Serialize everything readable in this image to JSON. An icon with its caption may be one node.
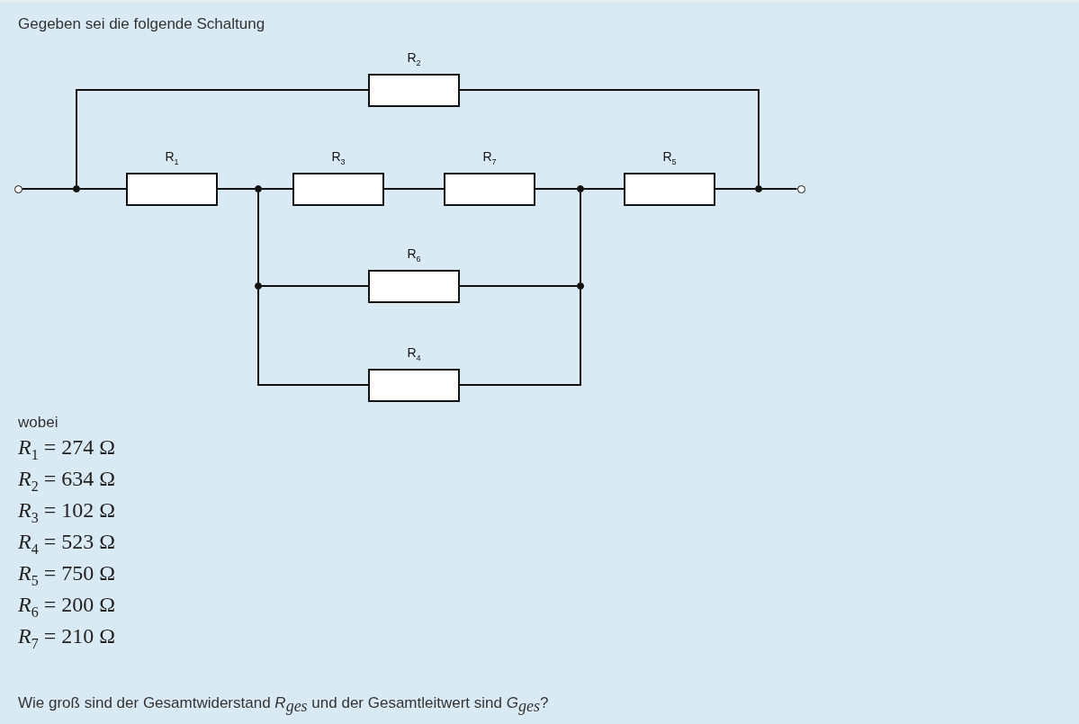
{
  "diagram": {
    "title": "Gegeben sei die folgende Schaltung",
    "nodes": [
      {
        "text": [
          "R$_{2}$"
        ]
      },
      {
        "text": [],
        "shape": "circle"
      },
      {
        "text": [],
        "shape": "dot"
      },
      {
        "text": [
          "R$_{1}$"
        ]
      },
      {
        "text": [],
        "shape": "dot"
      },
      {
        "text": [
          "R$_{3}$"
        ]
      },
      {
        "text": [
          "R$_{7}$"
        ]
      },
      {
        "text": [],
        "shape": "dot"
      },
      {
        "text": [
          "R$_{5}$"
        ]
      },
      {
        "text": [],
        "shape": "dot"
      },
      {
        "text": [],
        "shape": "circle"
      },
      {
        "text": [],
        "shape": "dot"
      },
      {
        "text": [
          "R$_{6}$"
        ]
      },
      {
        "text": [],
        "shape": "dot"
      },
      {
        "text": [
          "R$_{4}$"
        ]
      }
    ],
    "edges": [
      {
        "from": 1,
        "to": 2,
        "arrow": "none"
      },
      {
        "from": 2,
        "to": 0,
        "arrow": "none"
      },
      {
        "from": 0,
        "to": 9,
        "arrow": "none"
      },
      {
        "from": 2,
        "to": 3,
        "arrow": "none"
      },
      {
        "from": 3,
        "to": 4,
        "arrow": "none"
      },
      {
        "from": 4,
        "to": 5,
        "arrow": "none"
      },
      {
        "from": 5,
        "to": 6,
        "arrow": "none"
      },
      {
        "from": 6,
        "to": 7,
        "arrow": "none"
      },
      {
        "from": 7,
        "to": 8,
        "arrow": "none"
      },
      {
        "from": 8,
        "to": 9,
        "arrow": "none"
      },
      {
        "from": 9,
        "to": 10,
        "arrow": "none"
      },
      {
        "from": 4,
        "to": 11,
        "arrow": "none"
      },
      {
        "from": 11,
        "to": 12,
        "arrow": "none"
      },
      {
        "from": 12,
        "to": 13,
        "arrow": "none"
      },
      {
        "from": 7,
        "to": 13,
        "arrow": "none"
      },
      {
        "from": 11,
        "to": 14,
        "arrow": "none"
      },
      {
        "from": 14,
        "to": 13,
        "arrow": "none"
      }
    ],
    "labels": [
      "wobei",
      "*R*$_{1}$ = 274 Ω",
      "*R*$_{2}$ = 634 Ω",
      "*R*$_{3}$ = 102 Ω",
      "*R*$_{4}$ = 523 Ω",
      "*R*$_{5}$ = 750 Ω",
      "*R*$_{6}$ = 200 Ω",
      "*R*$_{7}$ = 210 Ω",
      "Wie groß sind der Gesamtwiderstand *R*$_{ges}$ und der Gesamtleitwert sind *G*$_{ges}$?"
    ]
  }
}
